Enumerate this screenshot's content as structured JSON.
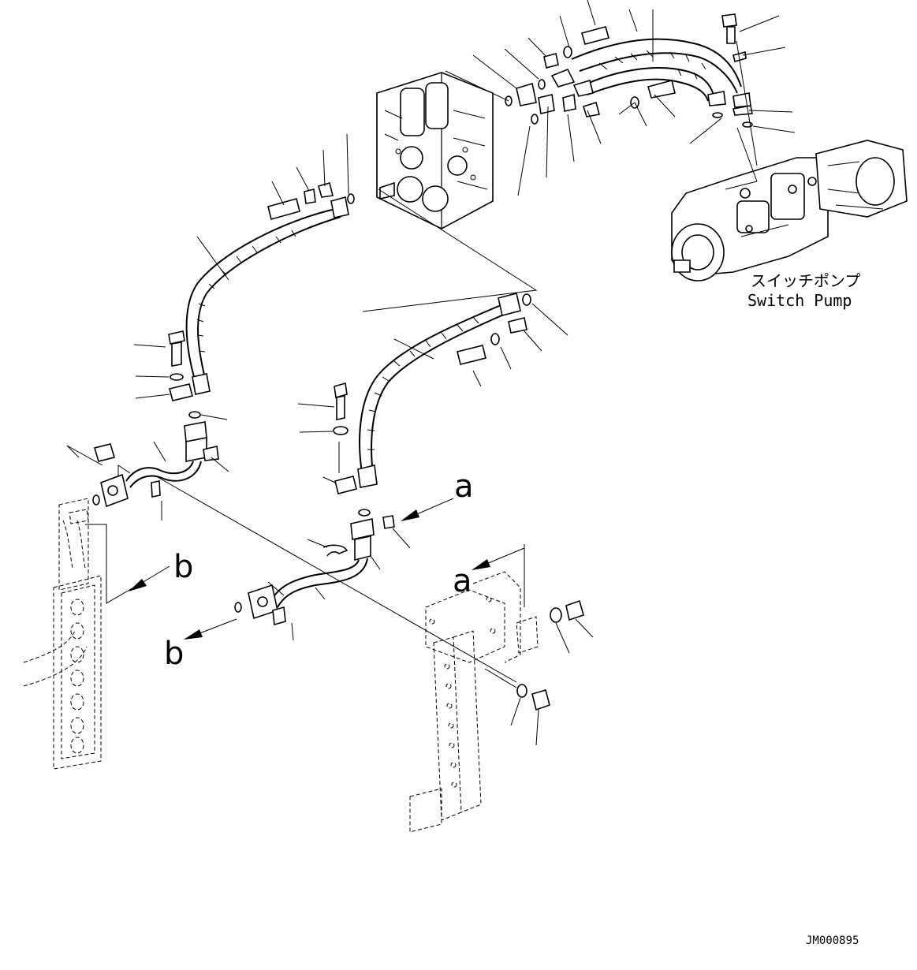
{
  "drawing": {
    "callout_a": "a",
    "callout_b": "b",
    "pump_label_jp": "スイッチポンプ",
    "pump_label_en": "Switch Pump",
    "drawing_code": "JM000895"
  }
}
